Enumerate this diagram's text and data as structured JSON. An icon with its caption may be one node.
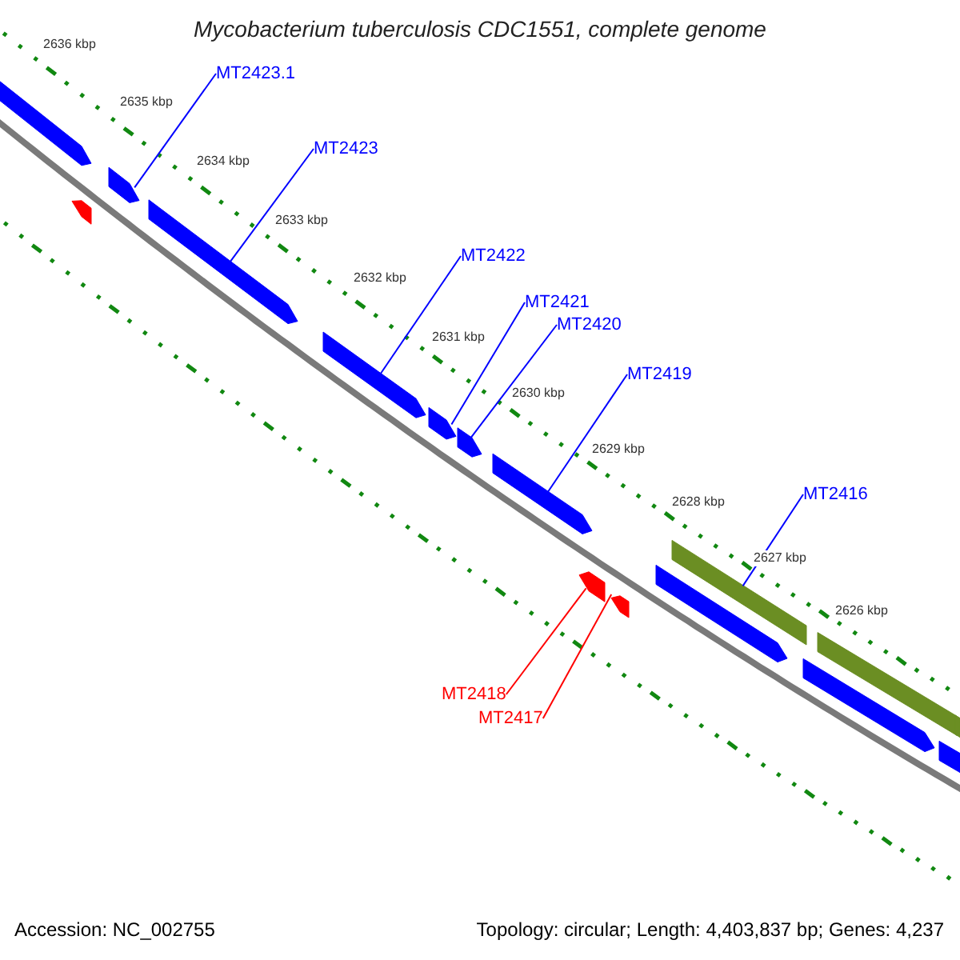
{
  "diagram": {
    "title": "Mycobacterium tuberculosis CDC1551, complete genome",
    "nodes": [
      {
        "text": [
          "MT2423.1"
        ]
      },
      {
        "text": [
          "MT2423"
        ]
      },
      {
        "text": [
          "MT2422"
        ]
      },
      {
        "text": [
          "MT2421"
        ]
      },
      {
        "text": [
          "MT2420"
        ]
      },
      {
        "text": [
          "MT2419"
        ]
      },
      {
        "text": [
          "MT2416"
        ]
      },
      {
        "text": [
          "MT2418"
        ]
      },
      {
        "text": [
          "MT2417"
        ]
      },
      {
        "text": [],
        "shape": "arrow"
      },
      {
        "text": [],
        "shape": "arrow"
      },
      {
        "text": [],
        "shape": "arrow"
      },
      {
        "text": [],
        "shape": "arrow"
      },
      {
        "text": [],
        "shape": "arrow"
      },
      {
        "text": [],
        "shape": "arrow"
      },
      {
        "text": [],
        "shape": "arrow"
      },
      {
        "text": [],
        "shape": "arrow"
      },
      {
        "text": [],
        "shape": "arrow"
      },
      {
        "text": [],
        "shape": "arrow"
      },
      {
        "text": [],
        "shape": "bar"
      },
      {
        "text": [],
        "shape": "arrow"
      },
      {
        "text": [],
        "shape": "bar"
      },
      {
        "text": [],
        "shape": "arrow"
      },
      {
        "text": [],
        "shape": "bar"
      },
      {
        "text": [],
        "shape": "arrow"
      }
    ],
    "edges": [
      {
        "from": 0,
        "to": 11,
        "arrow": "none"
      },
      {
        "from": 1,
        "to": 12,
        "arrow": "none"
      },
      {
        "from": 2,
        "to": 13,
        "arrow": "none"
      },
      {
        "from": 3,
        "to": 14,
        "arrow": "none"
      },
      {
        "from": 4,
        "to": 15,
        "arrow": "none"
      },
      {
        "from": 5,
        "to": 16,
        "arrow": "none"
      },
      {
        "from": 6,
        "to": 19,
        "arrow": "none"
      },
      {
        "from": 7,
        "to": 17,
        "arrow": "none",
        "color": "#ff0000"
      },
      {
        "from": 8,
        "to": 18,
        "arrow": "none",
        "color": "#ff0000"
      }
    ],
    "labels": [
      "2636 kbp",
      "2635 kbp",
      "2634 kbp",
      "2633 kbp",
      "2632 kbp",
      "2631 kbp",
      "2630 kbp",
      "2629 kbp",
      "2628 kbp",
      "2627 kbp",
      "2626 kbp",
      "Accession: NC_002755",
      "Topology: circular; Length: 4,403,837 bp; Genes: 4,237"
    ]
  }
}
